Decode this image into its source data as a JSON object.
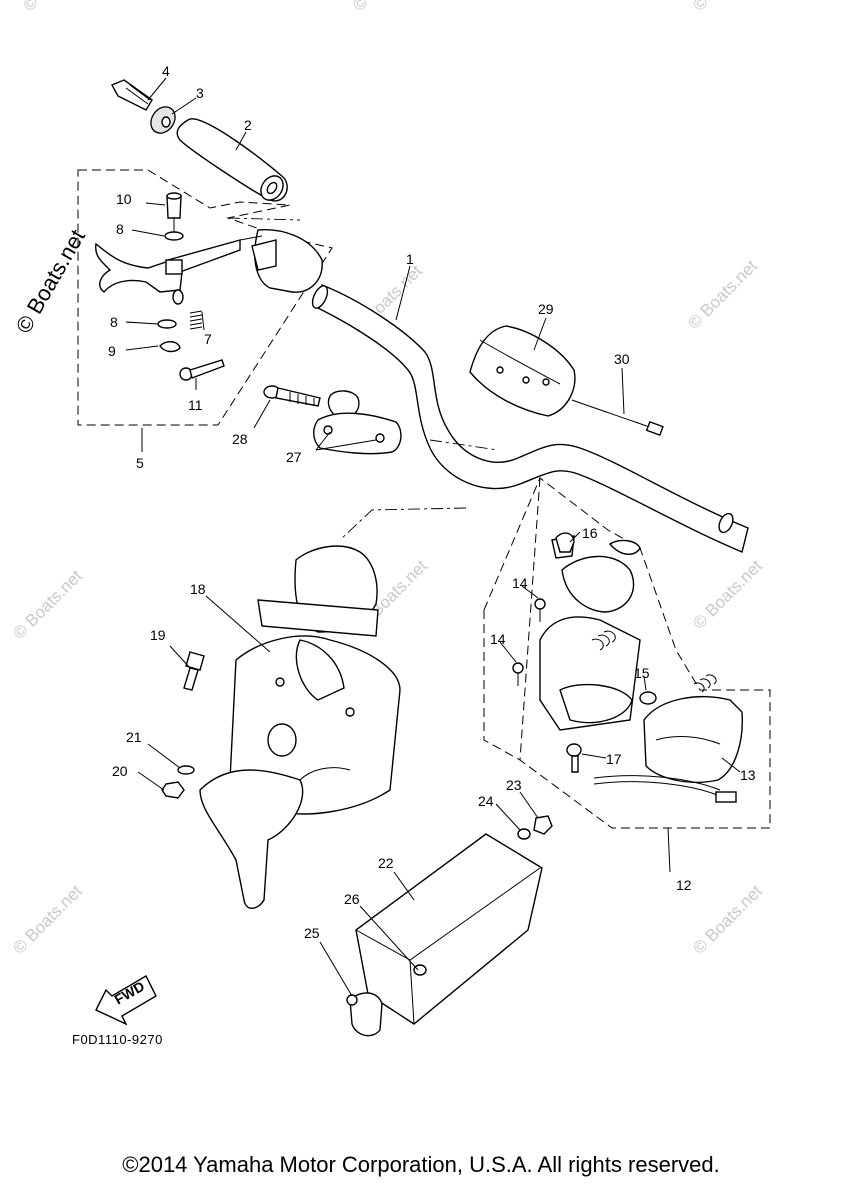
{
  "diagram": {
    "figure_code": "F0D1110-9270",
    "copyright": "©2014 Yamaha Motor Corporation, U.S.A. All rights reserved.",
    "direction_label": "FWD",
    "watermark_vertical": "© Boats.net",
    "watermark_small": "© Boats.net",
    "callouts": {
      "c1": "1",
      "c2": "2",
      "c3": "3",
      "c4": "4",
      "c5": "5",
      "c7": "7",
      "c8a": "8",
      "c8b": "8",
      "c9": "9",
      "c10": "10",
      "c11": "11",
      "c12": "12",
      "c13": "13",
      "c14a": "14",
      "c14b": "14",
      "c15": "15",
      "c16": "16",
      "c17": "17",
      "c18": "18",
      "c19": "19",
      "c20": "20",
      "c21": "21",
      "c22": "22",
      "c23": "23",
      "c24": "24",
      "c25": "25",
      "c26": "26",
      "c27": "27",
      "c28": "28",
      "c29": "29",
      "c30": "30"
    }
  }
}
